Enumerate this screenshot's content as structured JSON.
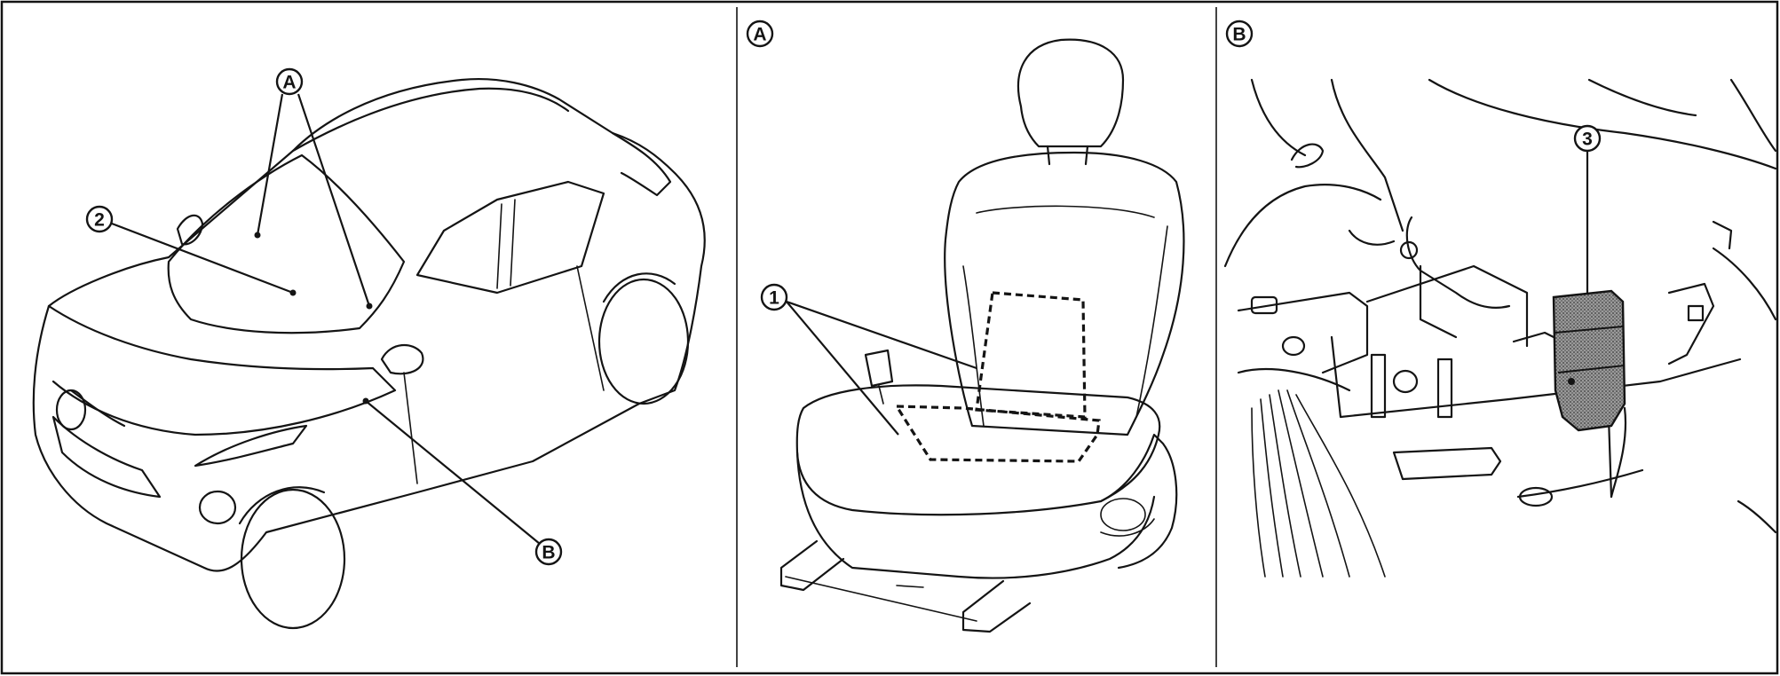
{
  "panels": [
    {
      "id": "vehicle",
      "label": ""
    },
    {
      "id": "seat",
      "label": "A"
    },
    {
      "id": "connector",
      "label": "B"
    }
  ],
  "markers": {
    "view_a": "A",
    "view_b": "B",
    "item_1": "1",
    "item_2": "2",
    "item_3": "3"
  },
  "colors": {
    "line": "#141414",
    "background": "#ffffff",
    "connector_fill": "#8a8a8a"
  }
}
